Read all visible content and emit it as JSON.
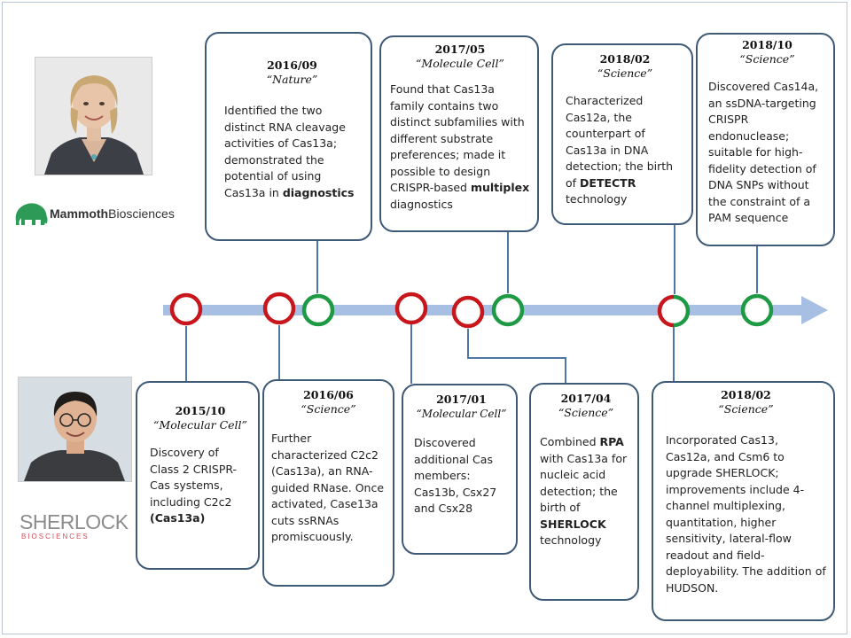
{
  "colors": {
    "box_border": "#3f5a77",
    "arrow": "#a7bfe2",
    "connector": "#4f77a6",
    "red": "#c8161d",
    "green": "#1e9a45",
    "mammoth_green": "#2d9a57",
    "sherlock_red": "#d94b57",
    "sherlock_gray": "#8c8c8c"
  },
  "logos": {
    "mammoth": {
      "icon": "mammoth-icon",
      "bold": "Mammoth",
      "light": "Biosciences"
    },
    "sherlock": {
      "main": "SHERLOCK",
      "sub": "BIOSCIENCES"
    }
  },
  "events": [
    {
      "date": "2016/09",
      "journal": "“Nature”",
      "parts": [
        [
          "Identified the two distinct RNA cleavage activities of Cas13a; demonstrated the potential of using Cas13a in ",
          false
        ],
        [
          "diagnostics",
          true
        ]
      ]
    },
    {
      "date": "2017/05",
      "journal": "“Molecule Cell”",
      "parts": [
        [
          "Found that Cas13a family contains two distinct subfamilies with different substrate preferences; made it possible to design CRISPR-based ",
          false
        ],
        [
          "multiplex",
          true
        ],
        [
          " diagnostics",
          false
        ]
      ]
    },
    {
      "date": "2018/02",
      "journal": "“Science”",
      "parts": [
        [
          "Characterized Cas12a, the counterpart of Cas13a in DNA detection; the birth of ",
          false
        ],
        [
          "DETECTR",
          true
        ],
        [
          " technology",
          false
        ]
      ]
    },
    {
      "date": "2018/10",
      "journal": "“Science”",
      "parts": [
        [
          "Discovered Cas14a, an ssDNA-targeting CRISPR endonuclease; suitable for high-fidelity detection of DNA SNPs without the constraint of a PAM sequence",
          false
        ]
      ]
    },
    {
      "date": "2015/10",
      "journal": "“Molecular Cell”",
      "parts": [
        [
          "Discovery of Class 2 CRISPR-Cas systems, including C2c2 ",
          false
        ],
        [
          "(Cas13a)",
          true
        ]
      ]
    },
    {
      "date": "2016/06",
      "journal": "“Science”",
      "parts": [
        [
          "Further characterized C2c2 (Cas13a), an RNA-guided RNase. Once activated, Case13a cuts ssRNAs promiscuously.",
          false
        ]
      ]
    },
    {
      "date": "2017/01",
      "journal": "“Molecular Cell”",
      "parts": [
        [
          "Discovered additional Cas members: Cas13b, Csx27 and Csx28",
          false
        ]
      ]
    },
    {
      "date": "2017/04",
      "journal": "“Science”",
      "parts": [
        [
          "Combined ",
          false
        ],
        [
          "RPA",
          true
        ],
        [
          " with Cas13a for nucleic acid detection; the birth of ",
          false
        ],
        [
          "SHERLOCK",
          true
        ],
        [
          " technology",
          false
        ]
      ]
    },
    {
      "date": "2018/02",
      "journal": "“Science”",
      "parts": [
        [
          "Incorporated Cas13, Cas12a, and Csm6 to upgrade SHERLOCK; improvements include 4-channel multiplexing, quantitation, higher sensitivity, lateral-flow readout and field-deployability. The addition of HUDSON.",
          false
        ]
      ]
    }
  ]
}
